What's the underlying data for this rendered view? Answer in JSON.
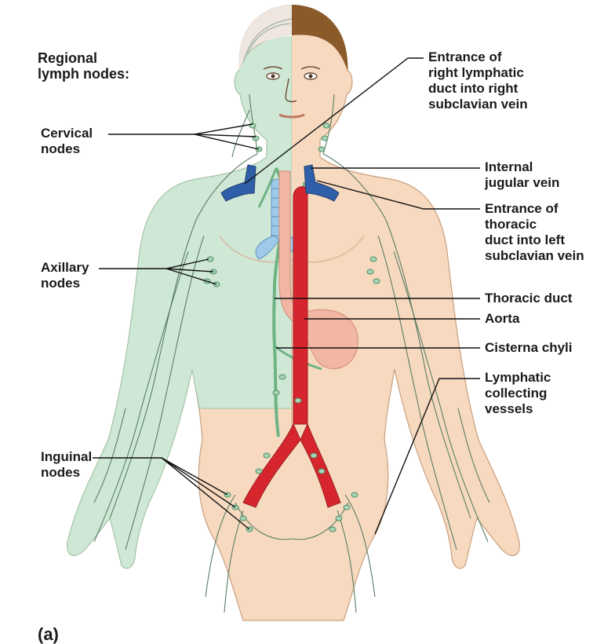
{
  "figure": {
    "panel_label": "(a)",
    "colors": {
      "skin": "#f7d9bf",
      "lymph_drained_region": "#cfe8d6",
      "lymph_vessel": "#4c8c63",
      "lymph_node": "#a9d4b6",
      "duct": "#6fb384",
      "vein": "#2f5fa8",
      "aorta": "#d7252d",
      "trachea": "#9fc9e8",
      "esophagus": "#f2b6a4",
      "hair": "#8a5a2b"
    },
    "header": {
      "line1": "Regional",
      "line2": "lymph nodes:"
    },
    "left_labels": {
      "cervical": {
        "line1": "Cervical",
        "line2": "nodes"
      },
      "axillary": {
        "line1": "Axillary",
        "line2": "nodes"
      },
      "inguinal": {
        "line1": "Inguinal",
        "line2": "nodes"
      }
    },
    "right_labels": {
      "right_lymphatic_duct": {
        "line1": "Entrance of",
        "line2": "right lymphatic",
        "line3": "duct into right",
        "line4": "subclavian vein"
      },
      "internal_jugular": {
        "line1": "Internal",
        "line2": "jugular vein"
      },
      "thoracic_duct_entrance": {
        "line1": "Entrance of",
        "line2": "thoracic",
        "line3": "duct into left",
        "line4": "subclavian vein"
      },
      "thoracic_duct": "Thoracic duct",
      "aorta": "Aorta",
      "cisterna_chyli": "Cisterna chyli",
      "collecting_vessels": {
        "line1": "Lymphatic",
        "line2": "collecting",
        "line3": "vessels"
      }
    }
  }
}
